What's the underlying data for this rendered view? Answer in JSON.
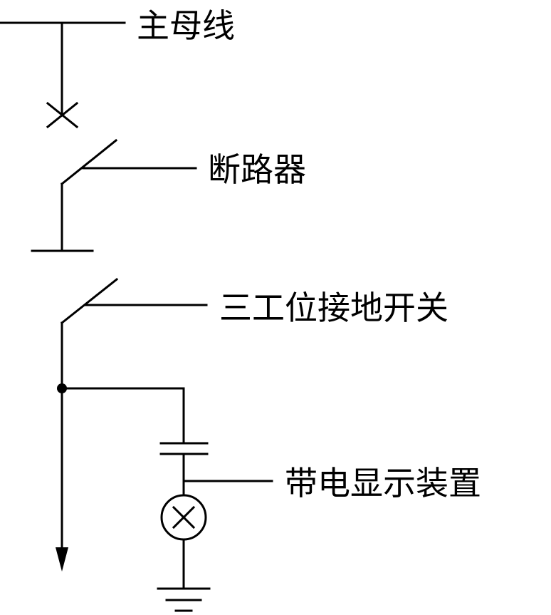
{
  "labels": {
    "main_busbar": "主母线",
    "circuit_breaker": "断路器",
    "three_position_earthing_switch": "三工位接地开关",
    "live_display_device": "带电显示装置"
  },
  "colors": {
    "line": "#000000",
    "background": "#ffffff"
  }
}
